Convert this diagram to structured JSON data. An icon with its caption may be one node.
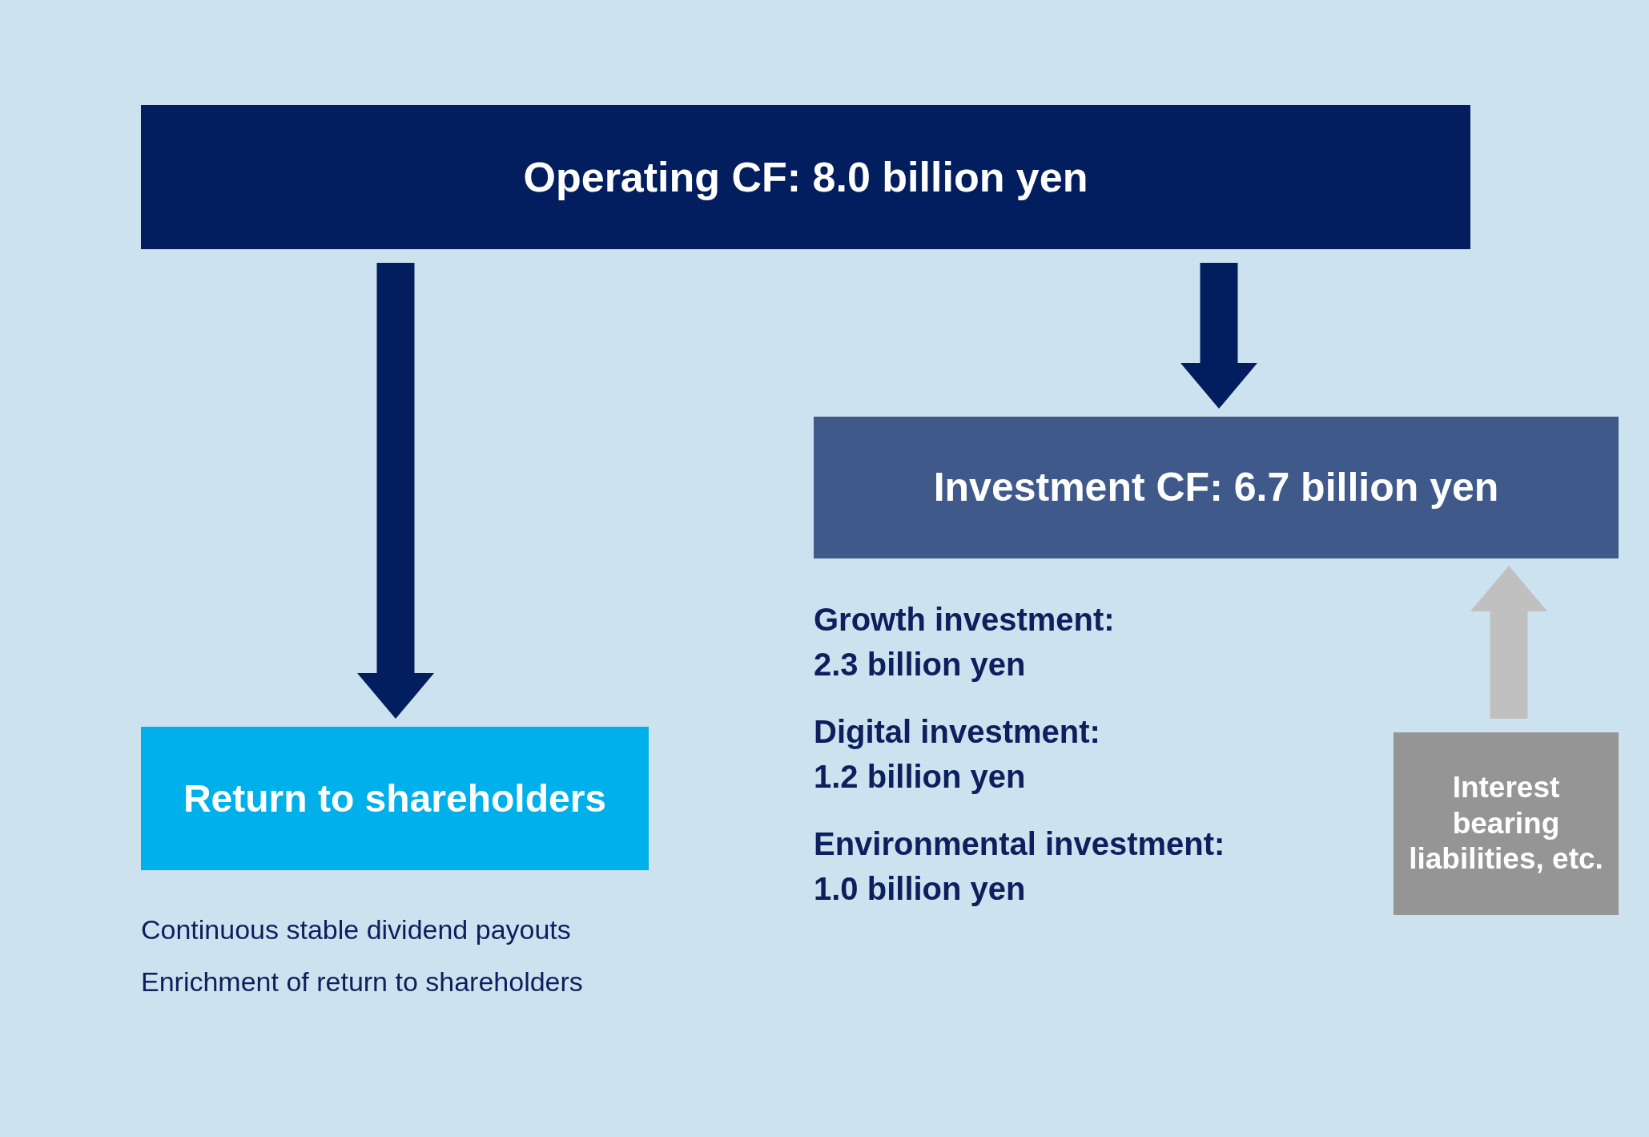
{
  "diagram": {
    "nodes": [
      {
        "text": [
          "Operating CF: 8.0 billion yen"
        ]
      },
      {
        "text": [
          "Return to shareholders"
        ],
        "beside": [
          "Continuous stable dividend payouts",
          "Enrichment of return to shareholders"
        ]
      },
      {
        "text": [
          "Investment CF: 6.7 billion yen"
        ],
        "beside": [
          "Growth investment: 2.3 billion yen",
          "Digital investment: 1.2 billion yen",
          "Environmental investment: 1.0 billion yen"
        ]
      },
      {
        "text": [
          "Interest bearing liabilities, etc."
        ]
      }
    ],
    "edges": [
      {
        "from": 0,
        "to": 1,
        "arrow": "to"
      },
      {
        "from": 0,
        "to": 2,
        "arrow": "to"
      },
      {
        "from": 3,
        "to": 2,
        "arrow": "to",
        "color": "#c0c0c0"
      }
    ]
  }
}
